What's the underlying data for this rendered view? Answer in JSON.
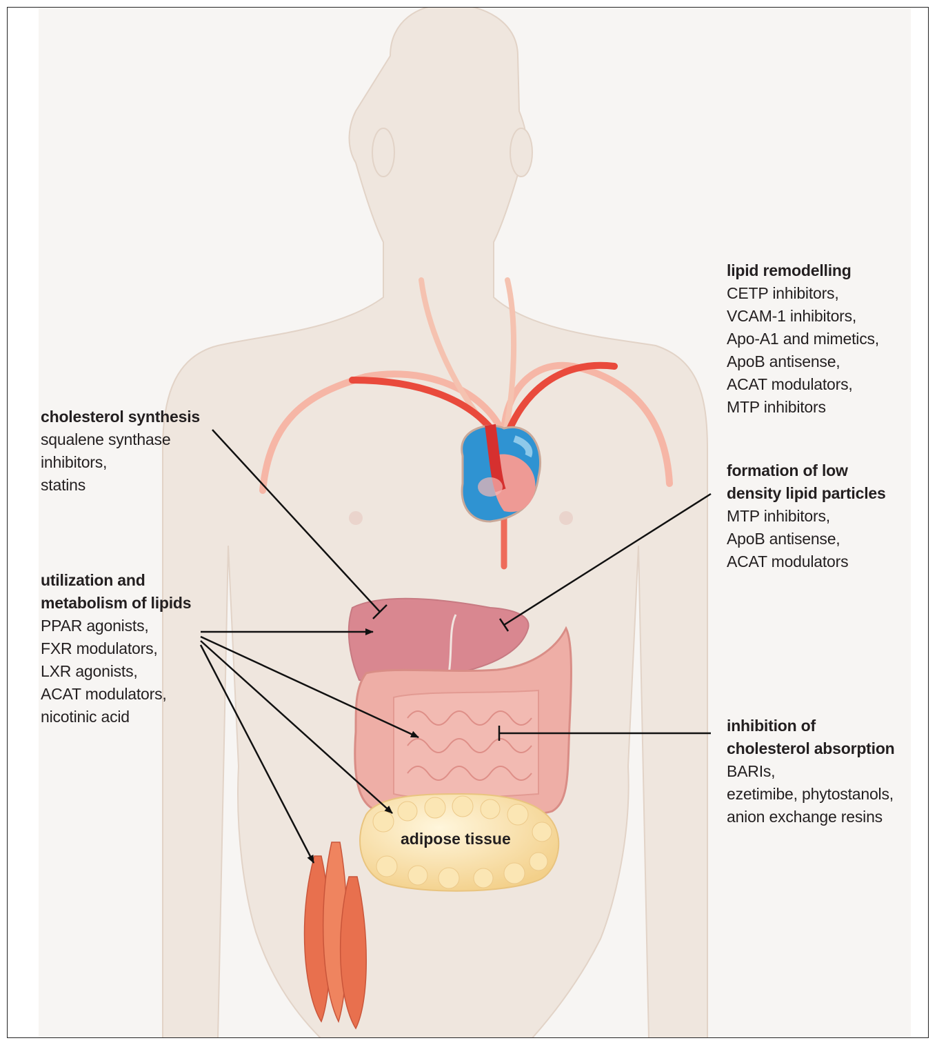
{
  "labels": {
    "lipid_remodelling": {
      "title": "lipid remodelling",
      "items": [
        "CETP inhibitors,",
        "VCAM-1 inhibitors,",
        "Apo-A1 and mimetics,",
        "ApoB antisense,",
        "ACAT modulators,",
        "MTP inhibitors"
      ]
    },
    "cholesterol_synthesis": {
      "title": "cholesterol synthesis",
      "items": [
        "squalene synthase",
        "inhibitors,",
        "statins"
      ]
    },
    "formation_ldl": {
      "title_lines": [
        "formation of low",
        "density lipid particles"
      ],
      "items": [
        "MTP inhibitors,",
        "ApoB antisense,",
        "ACAT modulators"
      ]
    },
    "utilization": {
      "title_lines": [
        "utilization and",
        "metabolism of lipids"
      ],
      "items": [
        "PPAR agonists,",
        "FXR modulators,",
        "LXR agonists,",
        "ACAT modulators,",
        "nicotinic acid"
      ]
    },
    "absorption": {
      "title_lines": [
        "inhibition of",
        "cholesterol absorption"
      ],
      "items": [
        "BARIs,",
        "ezetimibe, phytostanols,",
        "anion exchange resins"
      ]
    },
    "adipose_tissue": "adipose tissue"
  },
  "colors": {
    "skin": "#f1e7df",
    "skin_outline": "#e6d6cb",
    "artery": "#e23b36",
    "artery_light": "#f2a08c",
    "liver": "#d9848a",
    "intestine": "#eeaaa2",
    "fat": "#f7dca0",
    "muscle": "#e8704e",
    "heart_blue": "#2a8fd0",
    "line": "#111111"
  }
}
